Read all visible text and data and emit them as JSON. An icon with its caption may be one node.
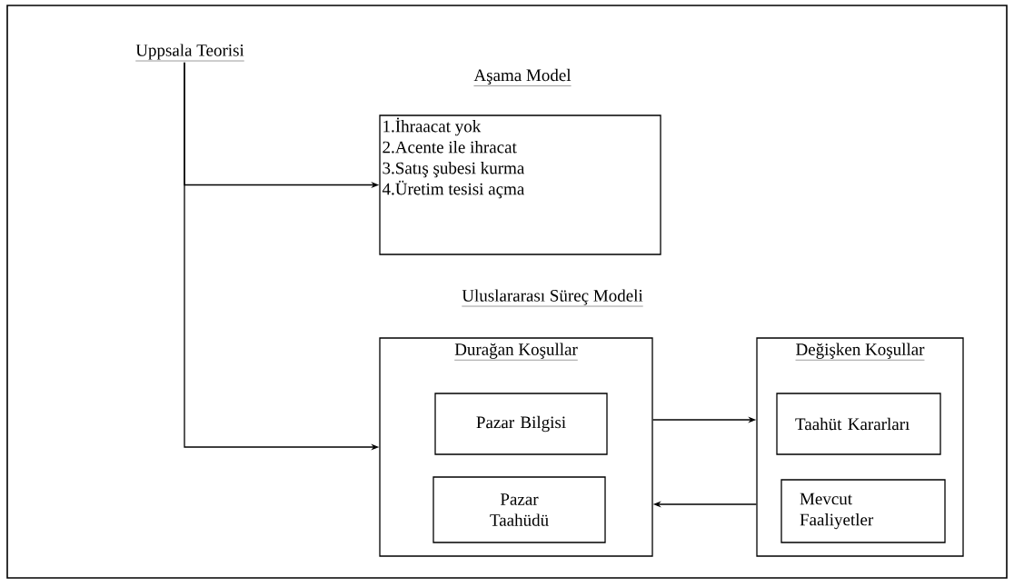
{
  "diagram": {
    "nodes": [
      {
        "text": [
          "Uppsala Teorisi"
        ]
      },
      {
        "text": [
          "Aşama Model",
          "1.İhraacat yok",
          "2.Acente ile ihracat",
          "3.Satış şubesi kurma",
          "4.Üretim tesisi açma"
        ]
      },
      {
        "text": [
          "Durağan Koşullar"
        ]
      },
      {
        "text": [
          "Pazar Bilgisi"
        ],
        "in": 2
      },
      {
        "text": [
          "Pazar Taahüdü"
        ],
        "in": 2
      },
      {
        "text": [
          "Değişken Koşullar"
        ]
      },
      {
        "text": [
          "Taahüt Kararları"
        ],
        "in": 5
      },
      {
        "text": [
          "Mevcut Faaliyetler"
        ],
        "in": 5
      }
    ],
    "edges": [
      {
        "from": 0,
        "to": 1,
        "arrow": "to"
      },
      {
        "from": 0,
        "to": 2,
        "arrow": "to"
      },
      {
        "from": 2,
        "to": 5,
        "arrow": "to"
      },
      {
        "from": 5,
        "to": 2,
        "arrow": "to"
      }
    ],
    "labels": [
      "Uluslararası Süreç Modeli"
    ]
  }
}
